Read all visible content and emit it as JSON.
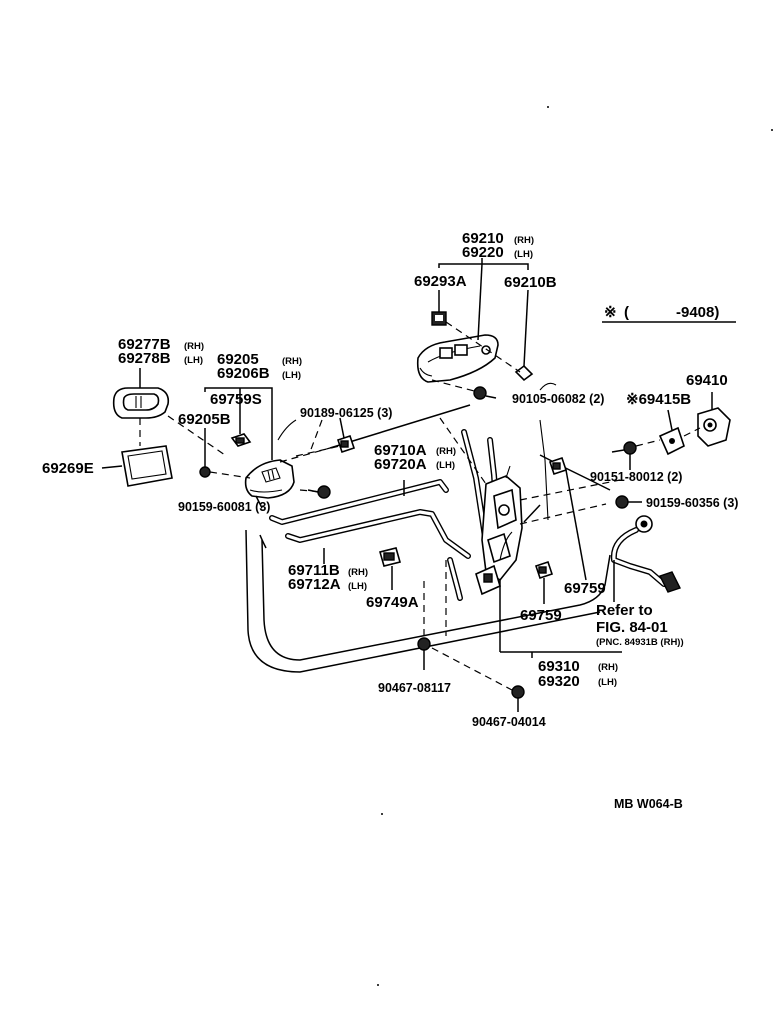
{
  "labels": {
    "p69210": "69210",
    "rh1": "(RH)",
    "p69220": "69220",
    "lh1": "(LH)",
    "p69293A": "69293A",
    "p69210B": "69210B",
    "note_mark": "※",
    "note_range": "(",
    "note_code": "-9408)",
    "p69277B": "69277B",
    "rh2": "(RH)",
    "p69278B": "69278B",
    "lh2": "(LH)",
    "p69205": "69205",
    "rh3": "(RH)",
    "p69206B": "69206B",
    "lh3": "(LH)",
    "p69759S": "69759S",
    "p69205B": "69205B",
    "p90189": "90189-06125 (3)",
    "p90105": "90105-06082 (2)",
    "p69415B": "※69415B",
    "p69410": "69410",
    "p69710A": "69710A",
    "rh4": "(RH)",
    "p69720A": "69720A",
    "lh4": "(LH)",
    "p69269E": "69269E",
    "p90159a": "90159-60081 (3)",
    "p90151": "90151-80012 (2)",
    "p90159b": "90159-60356 (3)",
    "p69711B": "69711B",
    "rh5": "(RH)",
    "p69712A": "69712A",
    "lh5": "(LH)",
    "p69749A": "69749A",
    "p69759a": "69759",
    "p69759b": "69759",
    "refer1": "Refer to",
    "refer2": "FIG. 84-01",
    "refer3": "(PNC. 84931B (RH))",
    "p69310": "69310",
    "rh6": "(RH)",
    "p69320": "69320",
    "lh6": "(LH)",
    "p90467a": "90467-08117",
    "p90467b": "90467-04014",
    "mb": "MB W064-B"
  }
}
